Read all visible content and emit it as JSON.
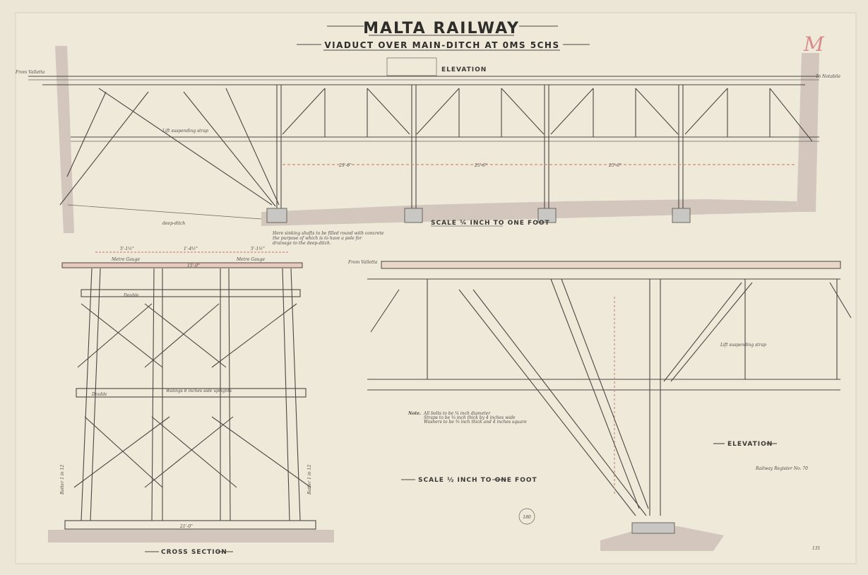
{
  "title": "MALTA RAILWAY",
  "subtitle": "VIADUCT OVER MAIN-DITCH AT 0MS 5CHS",
  "top_view": {
    "label": "ELEVATION",
    "from": "From Valletta",
    "to": "To Notabile",
    "ditch": "deep-ditch",
    "strap": "Lift suspending strap",
    "dims": [
      "25'-6\"",
      "25'-6\"",
      "25'-6\""
    ],
    "scale": "SCALE ¼ INCH TO ONE FOOT",
    "note": [
      "Here sinking shafts to be filled round with concrete",
      "the purpose of which is to have a pole for",
      "drainage to the deep-ditch."
    ]
  },
  "cross_section": {
    "label": "CROSS SECTION",
    "gauge_left": "Metre Gauge",
    "gauge_right": "Metre Gauge",
    "top_dims": [
      "5'-1½\"",
      "1'-4½\"",
      "5'-1½\""
    ],
    "beam_width": "15'-0\"",
    "double": "Double",
    "base_width": "21'-0\"",
    "waling": "Walings 8 inches side uprights",
    "batter_left": "Batter 1 in 12",
    "batter_right": "Batter 1 in 12"
  },
  "detail_view": {
    "label": "ELEVATION",
    "from": "From Valletta",
    "scale": "SCALE ½ INCH TO ONE FOOT",
    "strap": "Lift suspending strap",
    "note_heading": "Note.",
    "notes": [
      "All bolts to be ¾ inch diameter",
      "Straps to be ⅜ inch thick by 4 inches wide",
      "Washers to be ⅜ inch thick and 4 inches square"
    ]
  },
  "register": "Railway Register No. 70",
  "stamp_number": "180",
  "sheet_number": "131",
  "mark": "M"
}
